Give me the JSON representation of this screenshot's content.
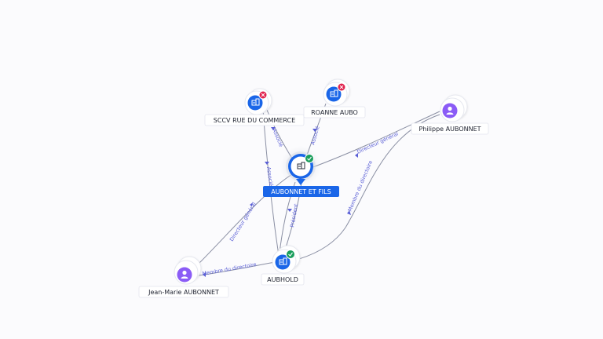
{
  "nodes": {
    "aubonnet_et_fils": {
      "label": "AUBONNET ET FILS",
      "type": "company",
      "status": "active"
    },
    "sccv": {
      "label": "SCCV RUE DU COMMERCE",
      "type": "company",
      "status": "closed"
    },
    "roanne": {
      "label": "ROANNE AUBO",
      "type": "company",
      "status": "closed"
    },
    "aubhold": {
      "label": "AUBHOLD",
      "type": "company",
      "status": "active"
    },
    "philippe": {
      "label": "Philippe AUBONNET",
      "type": "person"
    },
    "jean_marie": {
      "label": "Jean-Marie AUBONNET",
      "type": "person"
    }
  },
  "edges": {
    "sccv_associe": "Associé",
    "roanne_associe": "Associé",
    "sccv_aubhold_associe": "Associé",
    "philippe_dg": "Directeur général",
    "philippe_membre": "Membre du directoire",
    "aubhold_president": "Président",
    "jean_marie_dg": "Directeur général",
    "jean_marie_membre": "Membre du directoire"
  },
  "colors": {
    "company": "#1a66e8",
    "person": "#8b5cf6",
    "active_badge": "#1a9e5c",
    "closed_badge": "#e0234e",
    "edge": "#8a8fa3",
    "edge_label": "#5a5fd6"
  },
  "icons": {
    "company": "building-icon",
    "person": "user-icon",
    "active": "check-icon",
    "closed": "close-icon"
  }
}
